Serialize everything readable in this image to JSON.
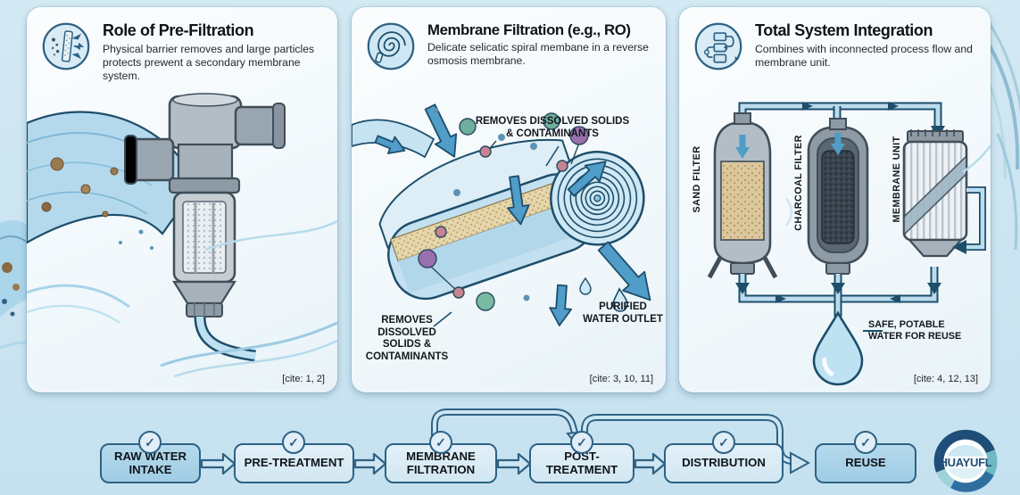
{
  "panels": [
    {
      "title": "Role of Pre-Filtration",
      "subtitle": "Physical barrier removes and large particles protects prewent a secondary membrane system.",
      "cite": "[cite: 1, 2]",
      "icon": "pre-filter-mesh-icon"
    },
    {
      "title": "Membrane Filtration (e.g., RO)",
      "subtitle": "Delicate selicatic spiral membane in a reverse osmosis membrane.",
      "cite": "[cite: 3, 10, 11]",
      "icon": "spiral-membrane-icon",
      "labels": {
        "top": "REMOVES DISSOLVED SOLIDS & CONTAMINANTS",
        "left": "REMOVES DISSOLVED SOLIDS & CONTAMINANTS",
        "outlet": "PURIFIED WATER OUTLET"
      }
    },
    {
      "title": "Total System Integration",
      "subtitle": "Combines with inconnected process flow and membrane unit.",
      "cite": "[cite: 4, 12, 13]",
      "icon": "process-flow-icon",
      "units": [
        "SAND FILTER",
        "CHARCOAL FILTER",
        "MEMBRANE UNIT"
      ],
      "drop_label": "SAFE, POTABLE WATER FOR REUSE"
    }
  ],
  "flow": {
    "check_glyph": "✓",
    "steps": [
      {
        "label": "RAW WATER INTAKE",
        "highlight": true
      },
      {
        "label": "PRE-TREATMENT",
        "highlight": false
      },
      {
        "label": "MEMBRANE FILTRATION",
        "highlight": false
      },
      {
        "label": "POST-TREATMENT",
        "highlight": false
      },
      {
        "label": "DISTRIBUTION",
        "highlight": false
      },
      {
        "label": "REUSE",
        "highlight": true
      }
    ]
  },
  "logo": {
    "text": "HUAYUFL"
  },
  "colors": {
    "background": "#cbe4f1",
    "accent_dark": "#2e6284",
    "box_fill": "#d9eaf4",
    "box_highlight": "#a9d2e8",
    "water_blue": "#a9d4ea",
    "arrow_blue": "#4f9dc8",
    "sand": "#dcc79d",
    "charcoal": "#39434e",
    "logo_blue": "#1f4e79"
  }
}
